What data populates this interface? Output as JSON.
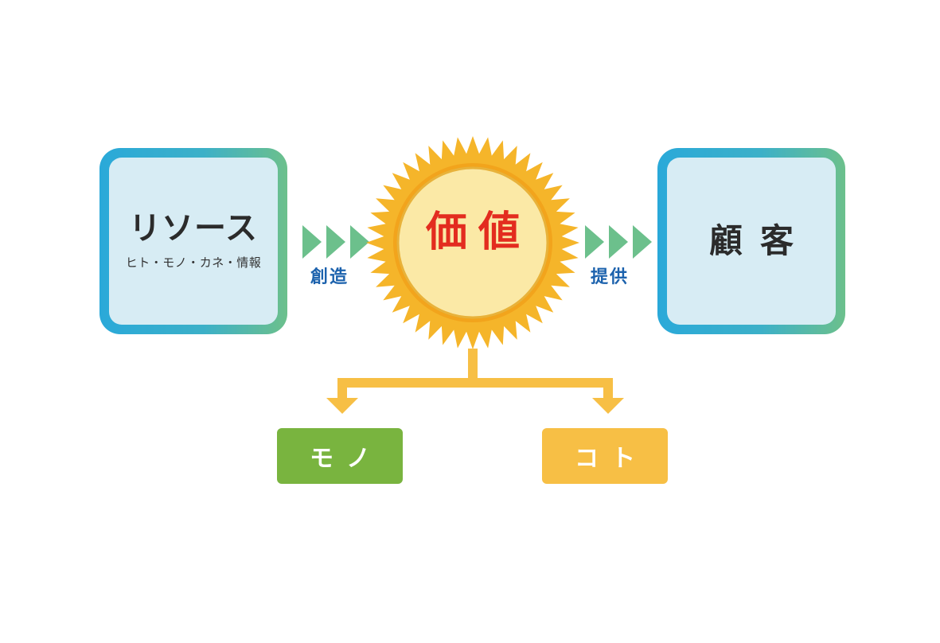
{
  "resource": {
    "title": "リソース",
    "subtitle": "ヒト・モノ・カネ・情報"
  },
  "value": {
    "label": "価値"
  },
  "customer": {
    "title": "顧客"
  },
  "verbs": {
    "create": "創造",
    "provide": "提供"
  },
  "outputs": {
    "mono": "モノ",
    "koto": "コト"
  },
  "colors": {
    "frame_start": "#2aa9d9",
    "frame_end": "#6cc08c",
    "box_fill": "#d7ecf4",
    "chevron": "#6cc08c",
    "sun_rays": "#f5b52a",
    "sun_core": "#fbe9a6",
    "value_text": "#e32c1f",
    "verb_text": "#1c62ad",
    "connector": "#f7bf45",
    "mono_fill": "#79b43f",
    "koto_fill": "#f7bf45"
  }
}
